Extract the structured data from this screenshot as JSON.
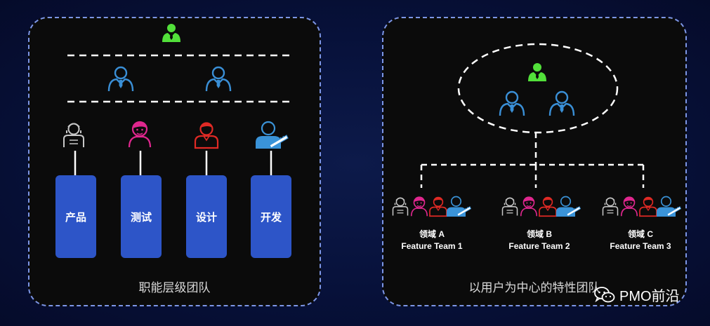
{
  "left_panel": {
    "caption": "职能层级团队",
    "functions": [
      "产品",
      "测试",
      "设计",
      "开发"
    ]
  },
  "right_panel": {
    "caption": "以用户为中心的特性团队",
    "teams": [
      {
        "domain": "领域 A",
        "name": "Feature Team 1"
      },
      {
        "domain": "领域 B",
        "name": "Feature Team 2"
      },
      {
        "domain": "领域 C",
        "name": "Feature Team 3"
      }
    ]
  },
  "watermark": {
    "text": "PMO前沿",
    "icon": "wechat-icon"
  },
  "colors": {
    "leader": "#52e03a",
    "manager": "#3a8fd6",
    "product": "#c8c8c8",
    "tester": "#e0278e",
    "designer": "#e02a25",
    "developer": "#3a93d8",
    "box": "#2d55c8",
    "panel_border": "#7d96e6"
  }
}
